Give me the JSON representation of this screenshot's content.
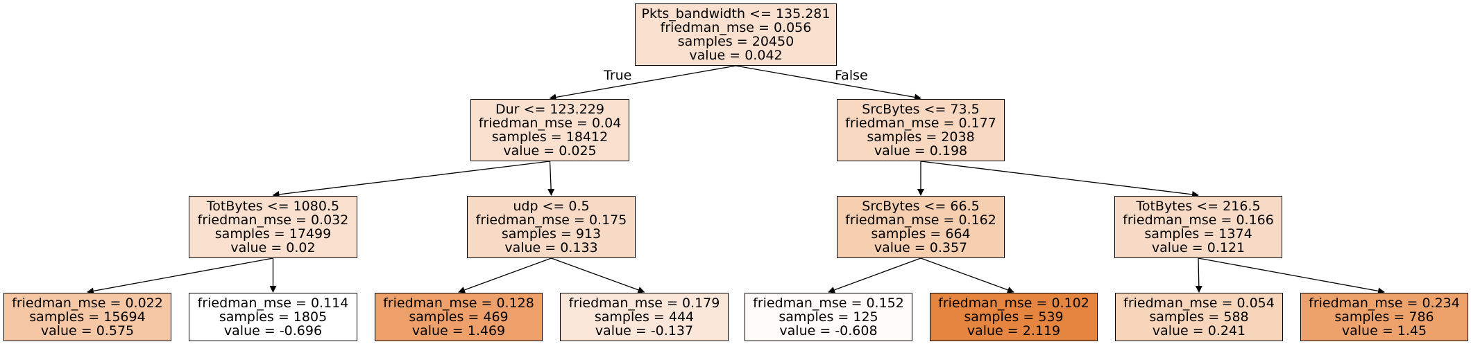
{
  "tree": {
    "nodes": [
      {
        "id": "n0",
        "lines": [
          "Pkts_bandwidth <= 135.281",
          "friedman_mse = 0.056",
          "samples = 20450",
          "value = 0.042"
        ],
        "fill": "#fae0cf"
      },
      {
        "id": "n1",
        "lines": [
          "Dur <= 123.229",
          "friedman_mse = 0.04",
          "samples = 18412",
          "value = 0.025"
        ],
        "fill": "#fae0cf"
      },
      {
        "id": "n2",
        "lines": [
          "SrcBytes <= 73.5",
          "friedman_mse = 0.177",
          "samples = 2038",
          "value = 0.198"
        ],
        "fill": "#f8d8c1"
      },
      {
        "id": "n3",
        "lines": [
          "TotBytes <= 1080.5",
          "friedman_mse = 0.032",
          "samples = 17499",
          "value = 0.02"
        ],
        "fill": "#fae0cf"
      },
      {
        "id": "n4",
        "lines": [
          "udp <= 0.5",
          "friedman_mse = 0.175",
          "samples = 913",
          "value = 0.133"
        ],
        "fill": "#f8dbc6"
      },
      {
        "id": "n5",
        "lines": [
          "SrcBytes <= 66.5",
          "friedman_mse = 0.162",
          "samples = 664",
          "value = 0.357"
        ],
        "fill": "#f6cfb1"
      },
      {
        "id": "n6",
        "lines": [
          "TotBytes <= 216.5",
          "friedman_mse = 0.166",
          "samples = 1374",
          "value = 0.121"
        ],
        "fill": "#f8dbc6"
      },
      {
        "id": "n7",
        "lines": [
          "friedman_mse = 0.022",
          "samples = 15694",
          "value = 0.575"
        ],
        "fill": "#f5c7a4"
      },
      {
        "id": "n8",
        "lines": [
          "friedman_mse = 0.114",
          "samples = 1805",
          "value = -0.696"
        ],
        "fill": "#ffffff"
      },
      {
        "id": "n9",
        "lines": [
          "friedman_mse = 0.128",
          "samples = 469",
          "value = 1.469"
        ],
        "fill": "#eda06a"
      },
      {
        "id": "n10",
        "lines": [
          "friedman_mse = 0.179",
          "samples = 444",
          "value = -0.137"
        ],
        "fill": "#fbe7da"
      },
      {
        "id": "n11",
        "lines": [
          "friedman_mse = 0.152",
          "samples = 125",
          "value = -0.608"
        ],
        "fill": "#fefbf9"
      },
      {
        "id": "n12",
        "lines": [
          "friedman_mse = 0.102",
          "samples = 539",
          "value = 2.119"
        ],
        "fill": "#e68540"
      },
      {
        "id": "n13",
        "lines": [
          "friedman_mse = 0.054",
          "samples = 588",
          "value = 0.241"
        ],
        "fill": "#f7d5bb"
      },
      {
        "id": "n14",
        "lines": [
          "friedman_mse = 0.234",
          "samples = 786",
          "value = 1.45"
        ],
        "fill": "#eda26b"
      }
    ],
    "edges": [
      {
        "from": "n0",
        "to": "n1",
        "label": "True"
      },
      {
        "from": "n0",
        "to": "n2",
        "label": "False"
      },
      {
        "from": "n1",
        "to": "n3"
      },
      {
        "from": "n1",
        "to": "n4"
      },
      {
        "from": "n2",
        "to": "n5"
      },
      {
        "from": "n2",
        "to": "n6"
      },
      {
        "from": "n3",
        "to": "n7"
      },
      {
        "from": "n3",
        "to": "n8"
      },
      {
        "from": "n4",
        "to": "n9"
      },
      {
        "from": "n4",
        "to": "n10"
      },
      {
        "from": "n5",
        "to": "n11"
      },
      {
        "from": "n5",
        "to": "n12"
      },
      {
        "from": "n6",
        "to": "n13"
      },
      {
        "from": "n6",
        "to": "n14"
      }
    ]
  }
}
